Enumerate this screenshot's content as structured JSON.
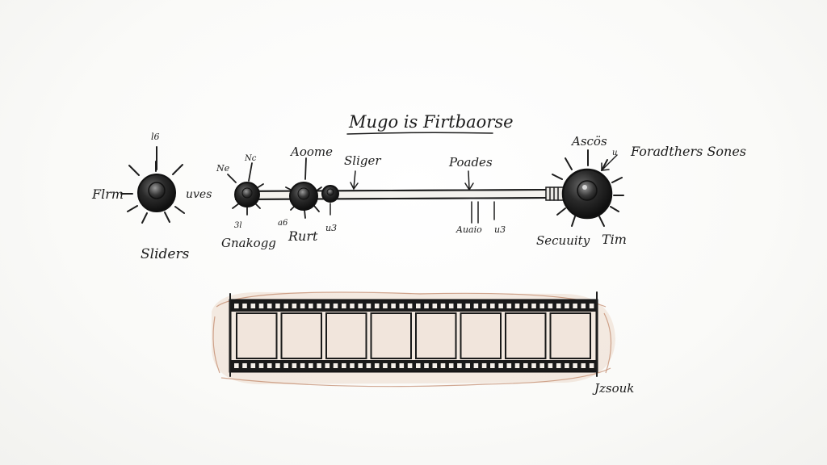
{
  "title": "Mugo is Firtbaorse",
  "signature": "Jzsouk",
  "left_knob": {
    "top_label": "l6",
    "left_label": "Flrm",
    "right_label": "uves",
    "bottom_label": "Sliders"
  },
  "slider": {
    "knob_a_top_left": "Ne",
    "knob_a_top_right": "Nc",
    "knob_a_bottom_small": "3l",
    "knob_a_bottom": "Gnakogg",
    "knob_b_top": "Aoome",
    "knob_b_bottom_small": "a6",
    "knob_b_bottom": "Rurt",
    "knob_c_bottom": "u3",
    "track_label": "Sliger",
    "marker_label": "Poades",
    "tick_label_left": "Auaio",
    "tick_label_right": "u3"
  },
  "right_knob": {
    "top_label": "Ascös",
    "top_small": "u",
    "side_label": "Foradthers Sones",
    "bottom_left": "Secuuity",
    "bottom_right": "Tim"
  },
  "film_strip": {
    "frame_count": 8
  },
  "colors": {
    "ink": "#1d1d1d",
    "sepia": "#b5714f",
    "paper": "#fbfbfa",
    "frame_fill": "#efe2d8"
  }
}
